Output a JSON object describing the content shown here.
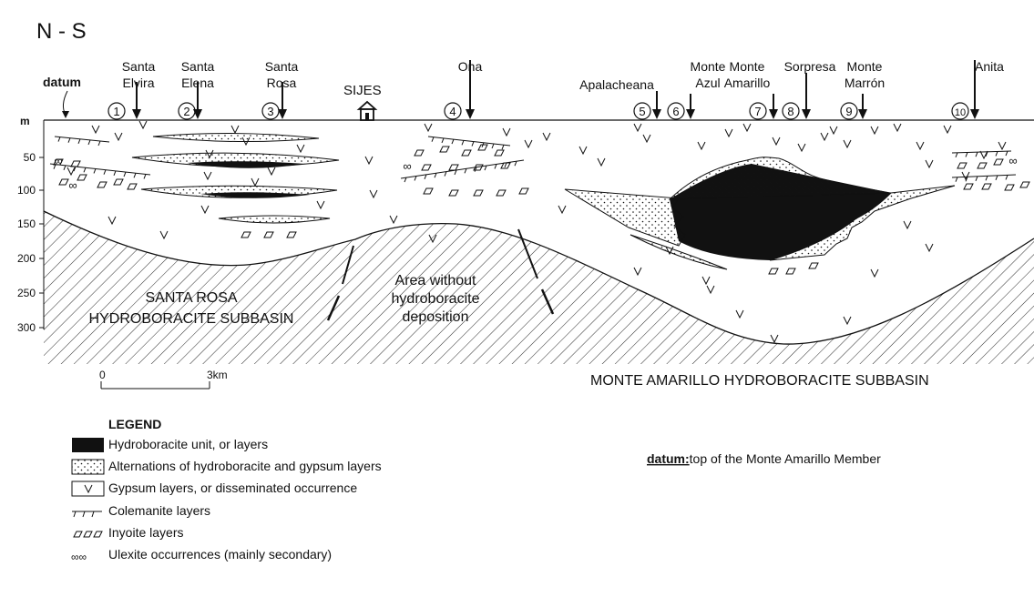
{
  "section_label": "N - S",
  "datum_label": "datum",
  "units_label": "m",
  "depth_ticks": [
    "50",
    "100",
    "150",
    "200",
    "250",
    "300"
  ],
  "wells": [
    {
      "number": "1",
      "name_lines": [
        "Santa",
        "Elvira"
      ]
    },
    {
      "number": "2",
      "name_lines": [
        "Santa",
        "Elena"
      ]
    },
    {
      "number": "3",
      "name_lines": [
        "Santa",
        "Rosa"
      ]
    },
    {
      "number": "4",
      "name_lines": [
        "Ona"
      ]
    },
    {
      "number": "5",
      "name_lines": [
        "Apalacheana"
      ]
    },
    {
      "number": "6",
      "name_lines": [
        "Monte",
        "Azul"
      ]
    },
    {
      "number": "7",
      "name_lines": [
        "Monte",
        "Amarillo"
      ]
    },
    {
      "number": "8",
      "name_lines": [
        "Sorpresa"
      ]
    },
    {
      "number": "9",
      "name_lines": [
        "Monte",
        "Marrón"
      ]
    },
    {
      "number": "10",
      "name_lines": [
        "Anita"
      ]
    }
  ],
  "town_label": "SIJES",
  "areas": {
    "santa_rosa": [
      "SANTA ROSA",
      "HYDROBORACITE SUBBASIN"
    ],
    "middle": [
      "Area without",
      "hydroboracite",
      "deposition"
    ],
    "monte_amarillo": "MONTE AMARILLO HYDROBORACITE SUBBASIN"
  },
  "scale": {
    "start": "0",
    "end": "3km"
  },
  "legend": {
    "title": "LEGEND",
    "items": [
      {
        "key": "hydroboracite",
        "label": "Hydroboracite unit, or layers"
      },
      {
        "key": "alternations",
        "label": "Alternations of hydroboracite and gypsum layers"
      },
      {
        "key": "gypsum",
        "label": "Gypsum layers, or disseminated occurrence"
      },
      {
        "key": "colemanite",
        "label": "Colemanite layers"
      },
      {
        "key": "inyoite",
        "label": "Inyoite layers"
      },
      {
        "key": "ulexite",
        "label": "Ulexite occurrences (mainly secondary)"
      }
    ]
  },
  "datum_note": {
    "term": "datum:",
    "text": "top of the Monte Amarillo Member"
  }
}
